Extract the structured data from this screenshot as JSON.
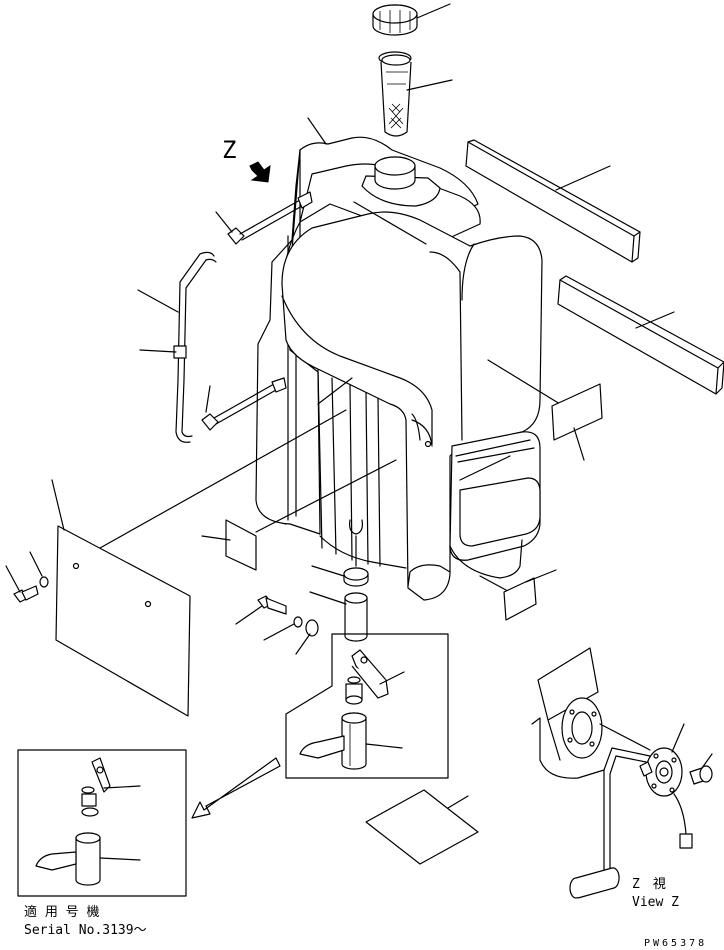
{
  "view_marker": "Z",
  "view_label": {
    "japanese": "Z　視",
    "english": "View Z"
  },
  "applicability": {
    "japanese": "適 用 号 機",
    "english": "Serial No.3139～"
  },
  "drawing_number": "PW65378"
}
